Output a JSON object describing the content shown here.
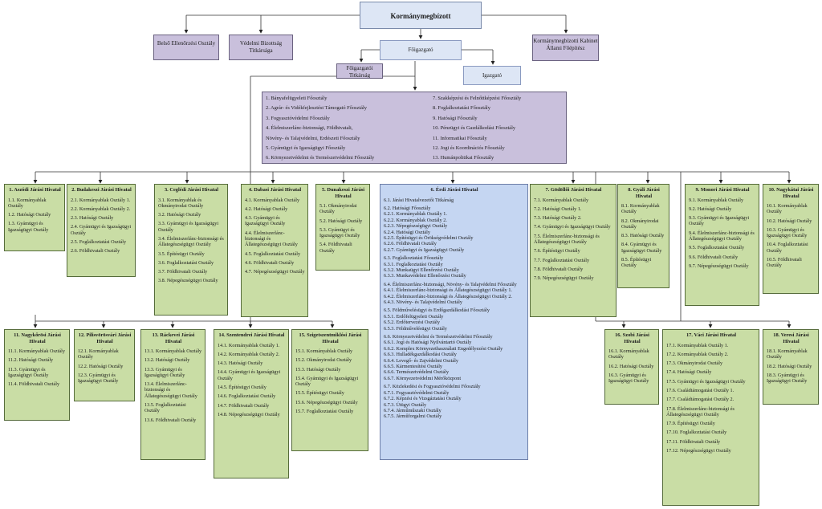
{
  "top": {
    "kormanymegbizott": "Kormánymegbízott",
    "belso": "Belső Ellenőrzési Osztály",
    "vedelmi": "Védelmi Bizottság Titkársága",
    "kabinet": "Kormánymegbízotti Kabinet Állami Főépítész",
    "foigazgato": "Főigazgató",
    "foig_titkarsag": "Főigazgatói Titkárság",
    "igazgato": "Igazgató"
  },
  "foosztalyok": {
    "left": [
      "1. Bányafelügyeleti Főosztály",
      "2. Agrár- és Vidékfejlesztést Támogató Főosztály",
      "3. Fogyasztóvédelmi Főosztály",
      "4. Élelmiszerlánc-biztonsági, Földhivatali,",
      "Növény- és Talajvédelmi, Erdészeti Főosztály",
      "5. Gyámügyi és Igazságügyi Főosztály",
      "6. Környezetvédelmi és Természetvédelmi Főosztály"
    ],
    "right": [
      "7. Szakképzési és Felnőttképzési Főosztály",
      "8. Foglalkoztatási Főosztály",
      "9. Hatósági Főosztály",
      "10. Pénzügyi és Gazdálkodási Főosztály",
      "11. Informatikai Főosztály",
      "12. Jogi és Koordinációs Főosztály",
      "13. Humánpolitikai Főosztály"
    ]
  },
  "offices": [
    {
      "title": "1. Aszódi Járási Hivatal",
      "items": [
        "1.1. Kormányablak Osztály",
        "1.2. Hatósági Osztály",
        "1.3. Gyámügyi és Igazságügyi Osztály"
      ]
    },
    {
      "title": "2. Budakeszi Járási Hivatal",
      "items": [
        "2.1. Kormányablak Osztály 1.",
        "2.2. Kormányablak Osztály 2.",
        "2.3. Hatósági Osztály",
        "2.4. Gyámügyi és Igazságügyi Osztály",
        "2.5. Foglalkoztatási Osztály",
        "2.6. Földhivatali Osztály"
      ]
    },
    {
      "title": "3. Ceglédi Járási Hivatal",
      "items": [
        "3.1. Kormányablak és Okmányirodai Osztály",
        "3.2. Hatósági Osztály",
        "3.3. Gyámügyi és Igazságügyi Osztály",
        "3.4. Élelmiszerlánc-biztonsági és Állategészségügyi Osztály",
        "3.5. Építésügyi Osztály",
        "3.6. Foglalkoztatási Osztály",
        "3.7. Földhivatali Osztály",
        "3.8. Népegészségügyi Osztály"
      ]
    },
    {
      "title": "4. Dabasi Járási Hivatal",
      "items": [
        "4.1. Kormányablak Osztály",
        "4.2. Hatósági Osztály",
        "4.3. Gyámügyi és Igazságügyi Osztály",
        "4.4. Élelmiszerlánc-biztonsági és Állategészségügyi Osztály",
        "4.5. Foglalkoztatási Osztály",
        "4.6. Földhivatali Osztály",
        "4.7. Népegészségügyi Osztály"
      ]
    },
    {
      "title": "5. Dunakeszi Járási Hivatal",
      "items": [
        "5.1. Okmányirodai Osztály",
        "5.2. Hatósági Osztály",
        "5.3. Gyámügyi és Igazságügyi Osztály",
        "5.4. Földhivatali Osztály"
      ]
    },
    {
      "title": "6. Érdi Járási Hivatal",
      "items": [
        "6.1. Járási Hivatalvezetői Titkárság",
        "6.2. Hatósági Főosztály",
        "6.2.1. Kormányablak Osztály 1.",
        "6.2.2. Kormányablak Osztály 2.",
        "6.2.3. Népegészségügyi Osztály",
        "6.2.4. Hatósági Osztály",
        "6.2.5. Építésügyi és Örökségvédelmi Osztály",
        "6.2.6. Földhivatali Osztály",
        "6.2.7. Gyámügyi és Igazságügyi Osztály",
        "6.3. Foglalkoztatási Főosztály",
        "6.3.1. Foglalkoztatási Osztály",
        "6.3.2. Munkaügyi Ellenőrzési Osztály",
        "6.3.3. Munkavédelmi Ellenőrzési Osztály",
        "6.4. Élelmiszerlánc-biztonsági, Növény- és Talajvédelmi Főosztály",
        "6.4.1. Élelmiszerlánc-biztonsági és Állategészségügyi Osztály 1.",
        "6.4.2. Élelmiszerlánc-biztonsági és Állategészségügyi Osztály 2.",
        "6.4.3. Növény- és Talajvédelmi Osztály",
        "6.5. Földművelésügyi és Erdőgazdálkodási Főosztály",
        "6.5.1. Erdőfelügyeleti Osztály",
        "6.5.2. Erdőtervezési Osztály",
        "6.5.3. Földművelésügyi Osztály",
        "6.6. Környezetvédelmi és Természetvédelmi Főosztály",
        "6.6.1. Jogi és Hatósági Nyilvántartó Osztály",
        "6.6.2. Komplex Környezethasználati Engedélyezési Osztály",
        "6.6.3. Hulladékgazdálkodási Osztály",
        "6.6.4. Levegő- és Zajvédelmi Osztály",
        "6.6.5. Kármentesítési Osztály",
        "6.6.6. Természetvédelmi Osztály",
        "6.6.7. Környezetvédelmi Mérőközpont",
        "6.7. Közlekedési és Fogyasztóvédelmi Főosztály",
        "6.7.1. Fogyasztóvédelmi Osztály",
        "6.7.2. Képzési és Vizsgáztatási Osztály",
        "6.7.3. Útügyi Osztály",
        "6.7.4. Járműműszaki Osztály",
        "6.7.5. Járműforgalmi Osztály"
      ]
    },
    {
      "title": "7. Gödöllői Járási Hivatal",
      "items": [
        "7.1. Kormányablak Osztály",
        "7.2. Hatósági Osztály 1.",
        "7.3. Hatósági Osztály 2.",
        "7.4. Gyámügyi és Igazságügyi Osztály",
        "7.5. Élelmiszerlánc-biztonsági és Állategészségügyi Osztály",
        "7.6. Építésügyi Osztály",
        "7.7. Foglalkoztatási Osztály",
        "7.8. Földhivatali Osztály",
        "7.9. Népegészségügyi Osztály"
      ]
    },
    {
      "title": "8. Gyáli Járási Hivatal",
      "items": [
        "8.1. Kormányablak Osztály",
        "8.2. Okmányirodai Osztály",
        "8.3. Hatósági Osztály",
        "8.4. Gyámügyi és Igazságügyi Osztály",
        "8.5. Építésügyi Osztály"
      ]
    },
    {
      "title": "9. Monori Járási Hivatal",
      "items": [
        "9.1. Kormányablak Osztály",
        "9.2. Hatósági Osztály",
        "9.3. Gyámügyi és Igazságügyi Osztály",
        "9.4. Élelmiszerlánc-biztonsági és Állategészségügyi Osztály",
        "9.5. Foglalkoztatási Osztály",
        "9.6. Földhivatali Osztály",
        "9.7. Népegészségügyi Osztály"
      ]
    },
    {
      "title": "10. Nagykátai Járási Hivatal",
      "items": [
        "10.1. Kormányablak Osztály",
        "10.2. Hatósági Osztály",
        "10.3. Gyámügyi és Igazságügyi Osztály",
        "10.4. Foglalkoztatási Osztály",
        "10.5. Földhivatali Osztály"
      ]
    },
    {
      "title": "11. Nagykőrösi Járási Hivatal",
      "items": [
        "11.1. Kormányablak Osztály",
        "11.2. Hatósági Osztály",
        "11.3. Gyámügyi és Igazságügyi Osztály",
        "11.4. Földhivatali Osztály"
      ]
    },
    {
      "title": "12. Pilisvörösvári Járási Hivatal",
      "items": [
        "12.1. Kormányablak Osztály",
        "12.2. Hatósági Osztály",
        "12.3. Gyámügyi és Igazságügyi Osztály"
      ]
    },
    {
      "title": "13. Ráckevei Járási Hivatal",
      "items": [
        "13.1. Kormányablak Osztály",
        "13.2. Hatósági Osztály",
        "13.3. Gyámügyi és Igazságügyi Osztály",
        "13.4. Élelmiszerlánc-biztonsági és Állategészségügyi Osztály",
        "13.5. Foglalkoztatási Osztály",
        "13.6. Földhivatali Osztály"
      ]
    },
    {
      "title": "14. Szentendrei Járási Hivatal",
      "items": [
        "14.1. Kormányablak Osztály 1.",
        "14.2. Kormányablak Osztály 2.",
        "14.3. Hatósági Osztály",
        "14.4. Gyámügyi és Igazságügyi Osztály",
        "14.5. Építésügyi Osztály",
        "14.6. Foglalkoztatási Osztály",
        "14.7. Földhivatali Osztály",
        "14.8. Népegészségügyi Osztály"
      ]
    },
    {
      "title": "15. Szigetszentmiklósi Járási Hivatal",
      "items": [
        "15.1. Kormányablak Osztály",
        "15.2. Okmányirodai Osztály",
        "15.3. Hatósági Osztály",
        "15.4. Gyámügyi és Igazságügyi Osztály",
        "15.5. Építésügyi Osztály",
        "15.6. Népegészségügyi Osztály",
        "15.7. Foglalkoztatási Osztály"
      ]
    },
    {
      "title": "16. Szobi Járási Hivatal",
      "items": [
        "16.1. Kormányablak Osztály",
        "16.2. Hatósági Osztály",
        "16.3. Gyámügyi és Igazságügyi Osztály"
      ]
    },
    {
      "title": "17. Váci Járási Hivatal",
      "items": [
        "17.1. Kormányablak Osztály 1.",
        "17.2. Kormányablak Osztály 2.",
        "17.3. Okmányirodai Osztály",
        "17.4. Hatósági Osztály",
        "17.5. Gyámügyi és Igazságügyi Osztály",
        "17.6. Családtámogatási Osztály 1.",
        "17.7. Családtámogatási Osztály 2.",
        "17.8. Élelmiszerlánc-biztonsági és Állategészségügyi Osztály",
        "17.9. Építésügyi Osztály",
        "17.10. Foglalkoztatási Osztály",
        "17.11. Földhivatali Osztály",
        "17.12. Népegészségügyi Osztály"
      ]
    },
    {
      "title": "18. Veresi Járási Hivatal",
      "items": [
        "18.1. Kormányablak Osztály",
        "18.2. Hatósági Osztály",
        "18.3. Gyámügyi és Igazságügyi Osztály"
      ]
    }
  ]
}
